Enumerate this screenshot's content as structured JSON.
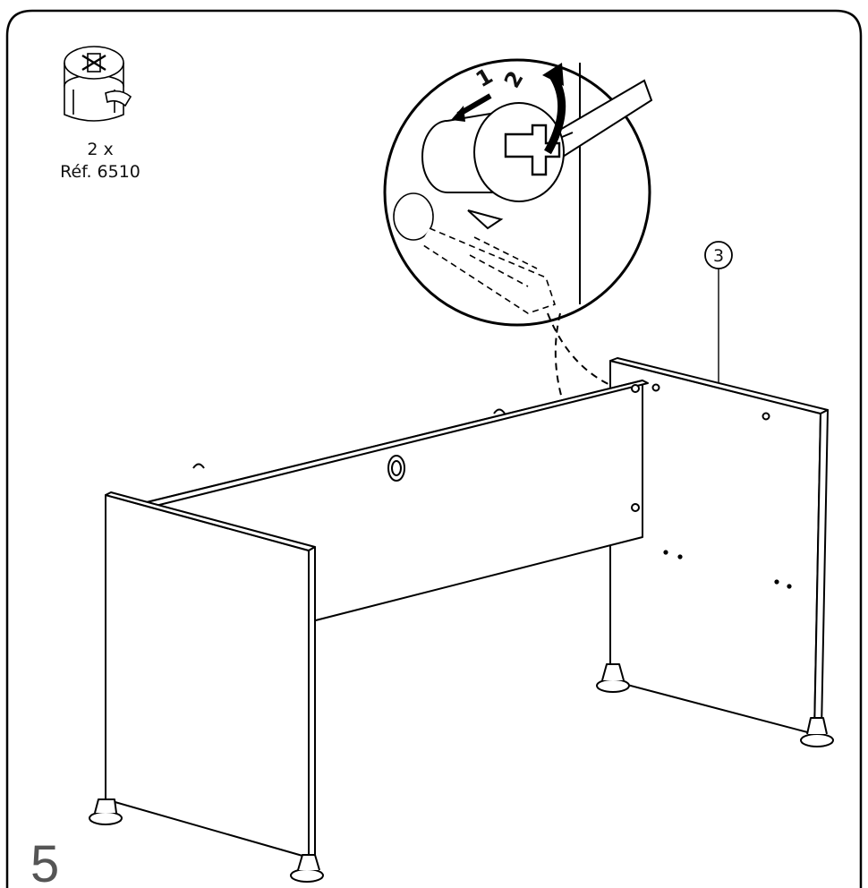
{
  "hardware": {
    "quantity": "2 x",
    "reference": "Réf. 6510",
    "icon": "cam-lock-icon"
  },
  "detail": {
    "step_marks": [
      "1",
      "2"
    ],
    "icon": "screwdriver-icon"
  },
  "part_label": "3",
  "step_number": "5",
  "colors": {
    "line": "#000000",
    "background": "#ffffff",
    "step_number": "#555555"
  }
}
